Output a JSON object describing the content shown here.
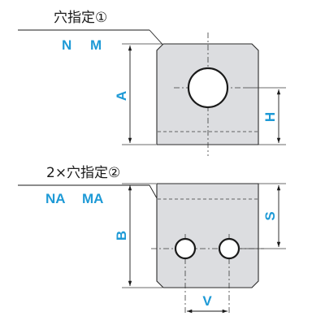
{
  "top_part": {
    "callout": "穴指定①",
    "codes": [
      "N",
      "M"
    ],
    "dim_height": "A",
    "dim_hole": "H"
  },
  "bottom_part": {
    "callout": "2×穴指定②",
    "codes": [
      "NA",
      "MA"
    ],
    "dim_height": "B",
    "dim_hole": "S",
    "dim_pitch": "V"
  },
  "colors": {
    "label_blue": "#1e9ad6",
    "plate_gray": "#dcdde0"
  }
}
